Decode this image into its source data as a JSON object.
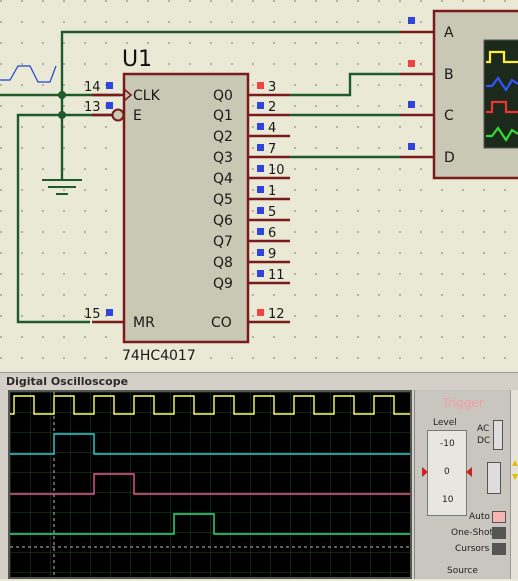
{
  "schematic": {
    "part_ref": "U1",
    "part_name": "74HC4017",
    "left_pins": [
      {
        "num": "14",
        "name": "CLK"
      },
      {
        "num": "13",
        "name": "E"
      },
      {
        "num": "15",
        "name": "MR"
      }
    ],
    "right_pins": [
      {
        "name": "Q0",
        "num": "3"
      },
      {
        "name": "Q1",
        "num": "2"
      },
      {
        "name": "Q2",
        "num": "4"
      },
      {
        "name": "Q3",
        "num": "7"
      },
      {
        "name": "Q4",
        "num": "10"
      },
      {
        "name": "Q5",
        "num": "1"
      },
      {
        "name": "Q6",
        "num": "5"
      },
      {
        "name": "Q7",
        "num": "6"
      },
      {
        "name": "Q8",
        "num": "9"
      },
      {
        "name": "Q9",
        "num": "11"
      },
      {
        "name": "CO",
        "num": "12"
      }
    ],
    "scope_inputs": [
      "A",
      "B",
      "C",
      "D"
    ]
  },
  "oscilloscope": {
    "window_title": "Digital Oscilloscope",
    "trigger_title": "Trigger",
    "level_label": "Level",
    "ac_label": "AC",
    "dc_label": "DC",
    "dial_ticks": [
      "-10",
      "0",
      "10"
    ],
    "auto_label": "Auto",
    "one_shot_label": "One-Shot",
    "cursors_label": "Cursors",
    "source_label": "Source",
    "trace_colors": {
      "A": "#ffff66",
      "B": "#33ccdd",
      "C": "#ee5599",
      "D": "#33dd88"
    }
  }
}
